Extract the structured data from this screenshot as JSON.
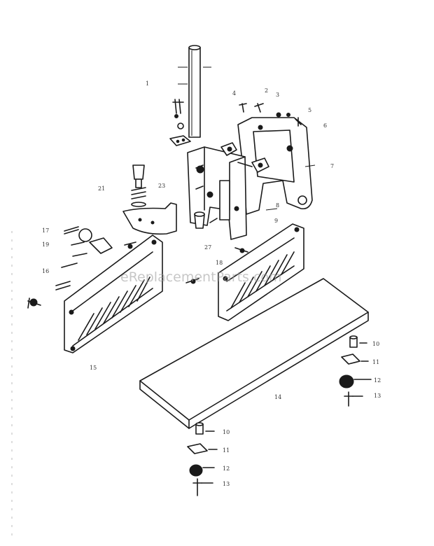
{
  "watermark": "eReplacementParts.com",
  "callouts": [
    {
      "id": "c1",
      "text": "1"
    },
    {
      "id": "c2",
      "text": "2"
    },
    {
      "id": "c3",
      "text": "3"
    },
    {
      "id": "c4",
      "text": "4"
    },
    {
      "id": "c5",
      "text": "5"
    },
    {
      "id": "c6",
      "text": "6"
    },
    {
      "id": "c7",
      "text": "7"
    },
    {
      "id": "c8",
      "text": "8"
    },
    {
      "id": "c9",
      "text": "9"
    },
    {
      "id": "c15",
      "text": "15"
    },
    {
      "id": "c16",
      "text": "16"
    },
    {
      "id": "c17",
      "text": "17"
    },
    {
      "id": "c18",
      "text": "18"
    },
    {
      "id": "c19",
      "text": "19"
    },
    {
      "id": "c21",
      "text": "21"
    },
    {
      "id": "c23",
      "text": "23"
    },
    {
      "id": "c27",
      "text": "27"
    },
    {
      "id": "c10a",
      "text": "10"
    },
    {
      "id": "c11a",
      "text": "11"
    },
    {
      "id": "c12a",
      "text": "12"
    },
    {
      "id": "c13a",
      "text": "13"
    },
    {
      "id": "c14",
      "text": "14"
    },
    {
      "id": "c10b",
      "text": "10"
    },
    {
      "id": "c11b",
      "text": "11"
    },
    {
      "id": "c12b",
      "text": "12"
    },
    {
      "id": "c13b",
      "text": "13"
    }
  ]
}
